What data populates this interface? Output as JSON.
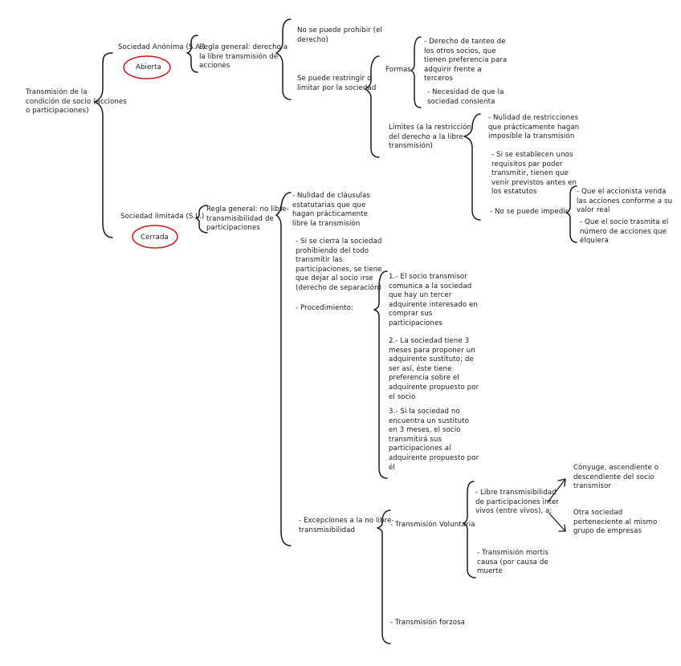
{
  "root": "Transmisión de la\ncondición de socio (acciones\no participaciones)",
  "sa": {
    "title": "Sociedad Anónima (S.A.)",
    "badge": "Abierta",
    "rule": "Regla general: derecho a\nla libre transmisión de\nacciones",
    "no_prohibir": "No se puede prohibir (el\nderecho)",
    "restringir": "Se puede restringir o\nlimitar por la sociedad",
    "formas": {
      "label": "Formas",
      "items": [
        "- Derecho de tanteo de\nlos otros socios, que\ntienen preferencia para\nadquirir frente a\nterceros",
        "- Necesidad de que la\nsociedad consienta"
      ]
    },
    "limites": {
      "label": "Límites (a la restricción\ndel derecho a la libre\ntransmisión)",
      "items": [
        "- Nulidad de restricciones\nque prácticamente hagan\nimposible la transmisión",
        "- Si se establecen unos\nrequisitos par poder\ntransmitir, tienen que\nvenir previstos antes en\nlos estatutos",
        "- No se puede impedir"
      ],
      "impedir_items": [
        "- Que el accionista venda\nlas acciones conforme a su\nvalor real",
        "- Que el socio trasmita el\nnúmero de acciones que\nélquiera"
      ]
    }
  },
  "sl": {
    "title": "Sociedad limitada (S.L.)",
    "badge": "Cerrada",
    "rule": "Regla general: no libre-\ntransmisibilidad de\nparticipaciones",
    "nulidad": "- Nulidad de cláusulas\nestatutarias que que\nhagan prácticamente\nlibre la transmisión",
    "cierra": "- Si se cierra la sociedad\nprohibiendo del todo\ntransmitir las\nparticipaciones, se tiene\nque dejar al socio irse\n(derecho de separación)",
    "procedimiento": {
      "label": "- Procedimiento:",
      "steps": [
        "1.- El socio transmisor\ncomunica a la sociedad\nque hay un tercer\nadquirente interesado en\ncomprar sus\nparticipaciones",
        "2.- La sociedad tiene 3\nmeses para proponer un\nadquirente sustituto; de\nser así, éste tiene\npreferencia sobre el\nadquirente propuesto por\nel socio",
        "3.- Si la sociedad no\nencuentra un sustituto\nen 3 meses, el socio\ntransmitirá sus\nparticipaciones al\nadquirente propuesto por\nél"
      ]
    },
    "excepciones": {
      "label": "- Excepciones a la no libre-\ntransmisibilidad",
      "voluntaria": "- Transmisión Voluntaria",
      "libre": "- Libre transmisibilidad\nde participaciones inter\nvivos (entre vivos), a:",
      "targets": [
        "Cónyuge, ascendiente o\ndescendiente del socio\ntransmisor",
        "Otra sociedad\nperteneciente al mismo\ngrupo de empresas"
      ],
      "mortis": "- Transmisión mortis\ncausa (por causa de\nmuerte",
      "forzosa": "- Transmisión forzosa"
    }
  }
}
